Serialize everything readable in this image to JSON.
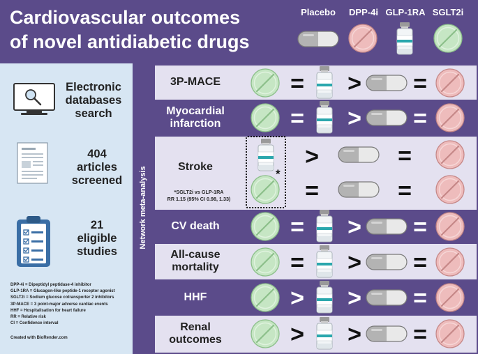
{
  "header": {
    "title_line1": "Cardiovascular outcomes",
    "title_line2": "of novel antidiabetic drugs",
    "drugs": [
      {
        "label": "Placebo",
        "icon": "capsule-icon"
      },
      {
        "label": "DPP-4i",
        "icon": "red-pill-icon"
      },
      {
        "label": "GLP-1RA",
        "icon": "vial-icon"
      },
      {
        "label": "SGLT2i",
        "icon": "green-pill-icon"
      }
    ]
  },
  "left": {
    "search": {
      "line1": "Electronic",
      "line2": "databases",
      "line3": "search"
    },
    "screened": {
      "line1": "404",
      "line2": "articles",
      "line3": "screened"
    },
    "eligible": {
      "line1": "21",
      "line2": "eligible",
      "line3": "studies"
    },
    "abbreviations": [
      "DPP-4i = Dipeptidyl peptidase-4 inhibitor",
      "GLP-1RA = Glucagon-like peptide-1 receptor agonist",
      "SGLT2i = Sodium glucose cotransporter 2 inhibitors",
      "3P-MACE = 3 point-major adverse cardiac events",
      "HHF = Hospitalisation for heart failure",
      "RR = Relative risk",
      "CI = Confidence interval"
    ],
    "credit": "Created with BioRender.com"
  },
  "spine_label": "Network meta-analysis",
  "rows": [
    {
      "line1": "3P-MACE",
      "line2": "",
      "comparisons": [
        "=",
        ">",
        "="
      ]
    },
    {
      "line1": "Myocardial",
      "line2": "infarction",
      "comparisons": [
        "=",
        ">",
        "="
      ]
    },
    {
      "line1": "Stroke",
      "line2": "",
      "comparisons": [
        ">",
        "=",
        "=",
        "="
      ]
    },
    {
      "line1": "CV death",
      "line2": "",
      "comparisons": [
        "=",
        ">",
        "="
      ]
    },
    {
      "line1": "All-cause",
      "line2": "mortality",
      "comparisons": [
        "=",
        ">",
        "="
      ]
    },
    {
      "line1": "HHF",
      "line2": "",
      "comparisons": [
        ">",
        ">",
        "="
      ]
    },
    {
      "line1": "Renal",
      "line2": "outcomes",
      "comparisons": [
        ">",
        ">",
        "="
      ]
    }
  ],
  "stroke_note": {
    "line1": "*SGLT2i vs GLP-1RA",
    "line2": "RR 1.15 (95% CI 0.98, 1.33)",
    "asterisk": "*"
  },
  "colors": {
    "purple": "#5b4b8a",
    "lavender": "#e4e1f0",
    "left_bg": "#d7e6f3",
    "green_pill": "#c6e6c4",
    "red_pill": "#eebcbc",
    "vial_teal": "#2aa7ad"
  }
}
